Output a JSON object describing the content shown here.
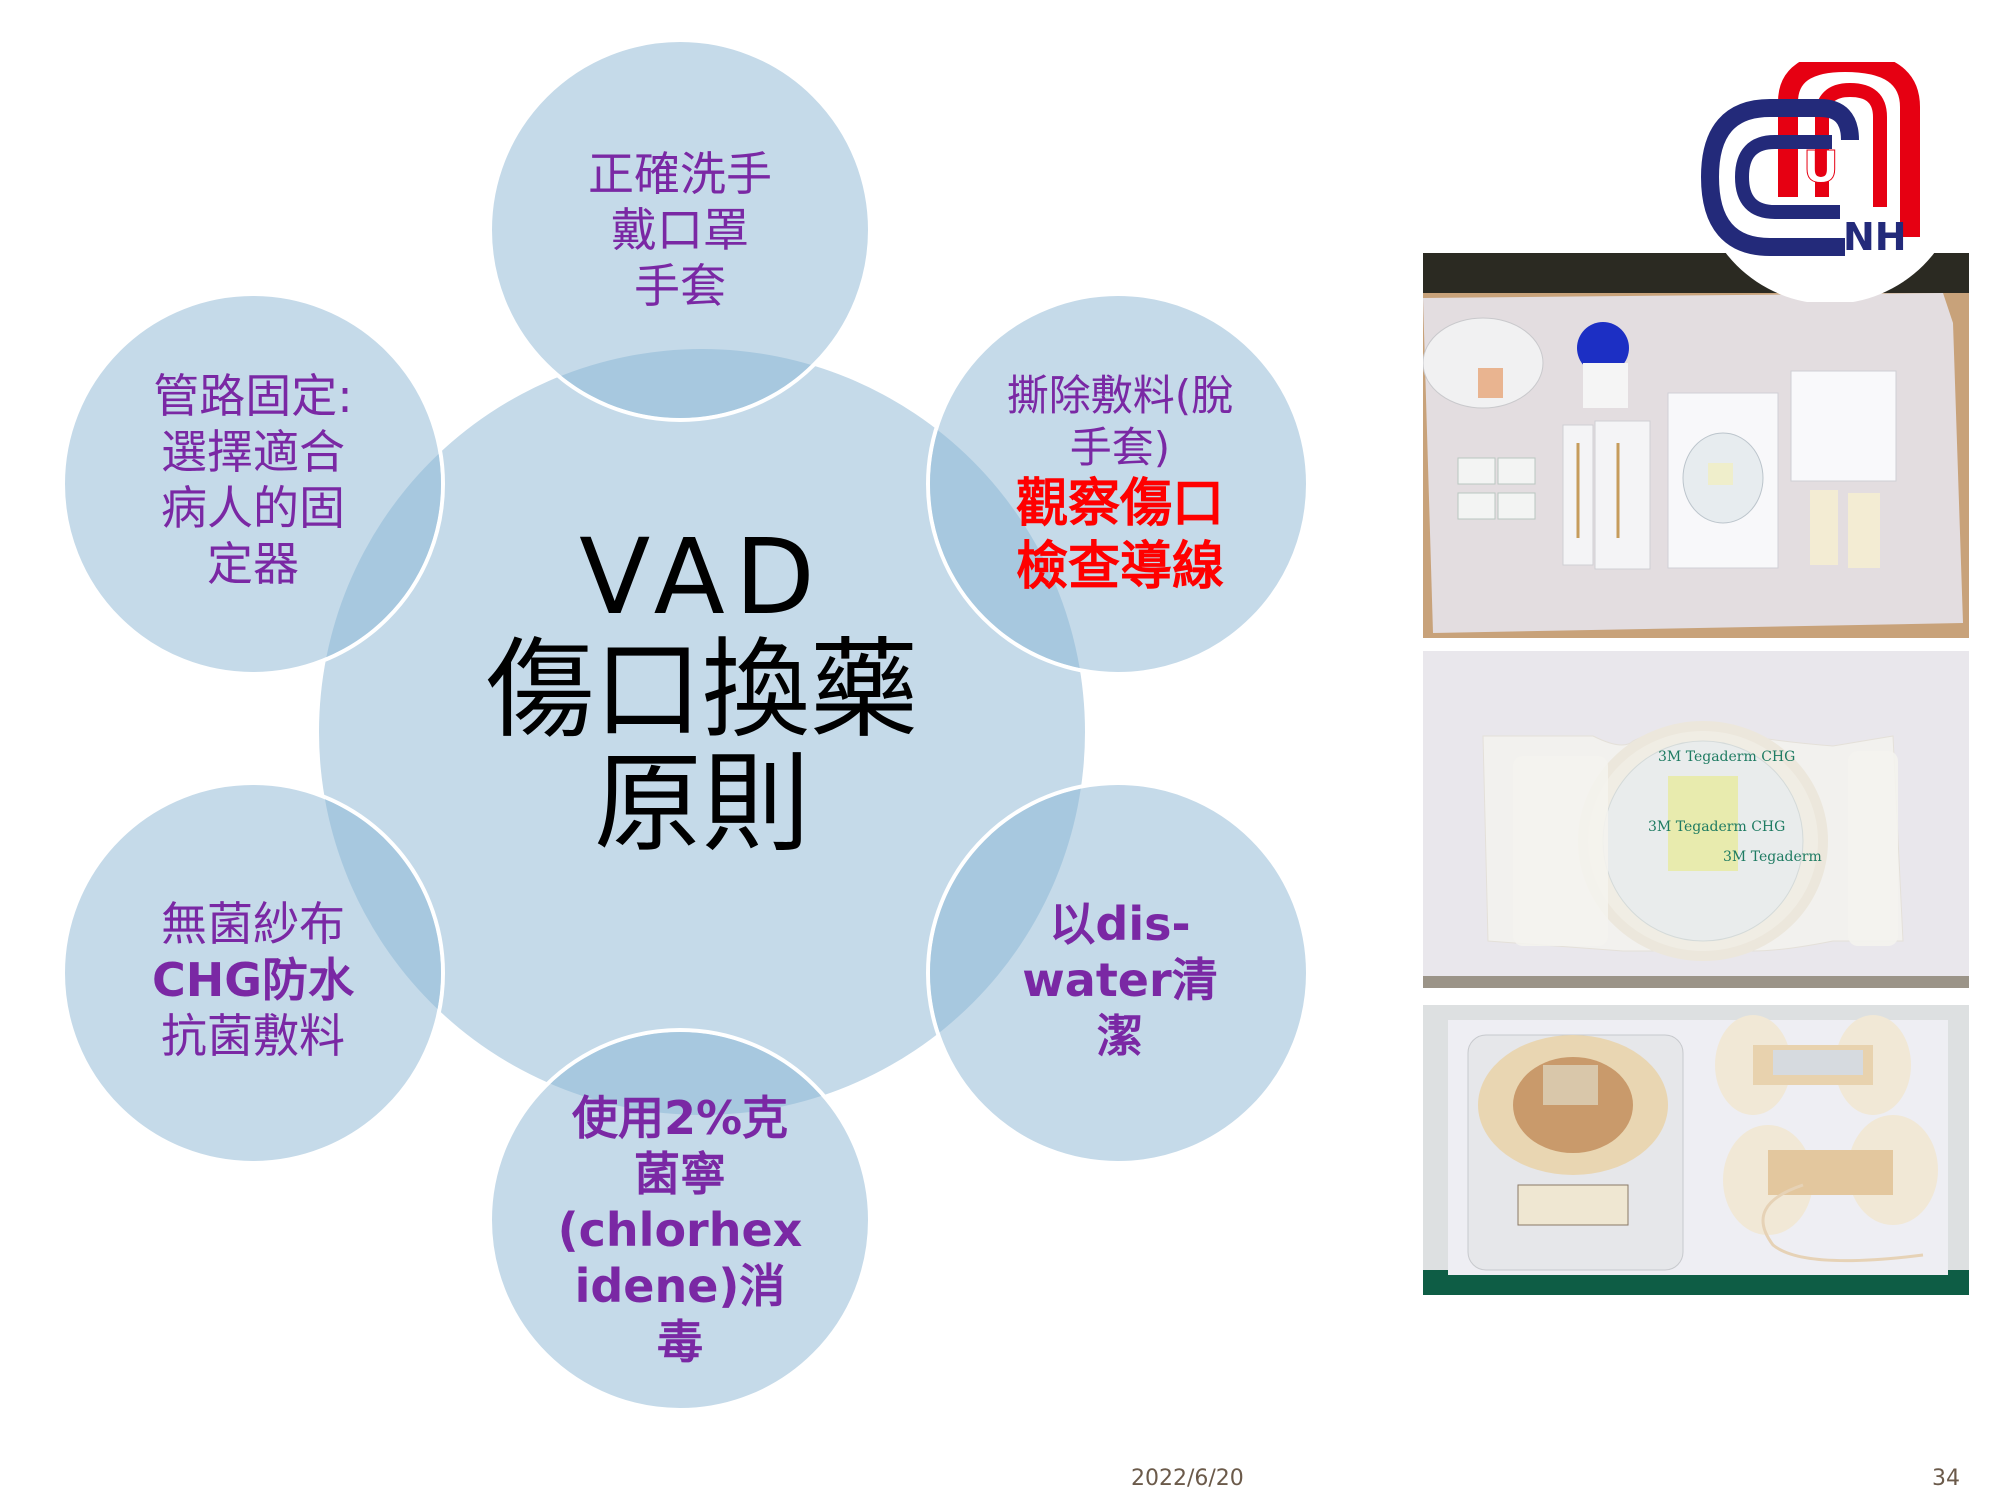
{
  "slide": {
    "page_number": "34",
    "date": "2022/6/20",
    "colors": {
      "circle_fill": "#c5dae9",
      "circle_overlap": "#a7c8df",
      "text_purple": "#7a28a4",
      "text_red": "#ff0000",
      "logo_blue": "#232a7a",
      "logo_red": "#e60012"
    }
  },
  "center": {
    "line1": "VAD",
    "line2": "傷口換藥",
    "line3": "原則"
  },
  "satellites": {
    "top": {
      "lines": [
        "正確洗手",
        "戴口罩",
        "手套"
      ]
    },
    "upper_right": {
      "lines": [
        "撕除敷料(脫",
        "手套)"
      ],
      "red_lines": [
        "觀察傷口",
        "檢查導線"
      ]
    },
    "lower_right": {
      "lines": [
        "以dis-",
        "water清",
        "潔"
      ]
    },
    "bottom": {
      "lines": [
        "使用2%克",
        "菌寧",
        "(chlorhex",
        "idene)消",
        "毒"
      ]
    },
    "lower_left": {
      "lines": [
        "無菌紗布",
        "CHG防水",
        "抗菌敷料"
      ]
    },
    "upper_left": {
      "lines": [
        "管路固定:",
        "選擇適合",
        "病人的固",
        "定器"
      ]
    }
  },
  "photos": [
    {
      "name": "dressing-supplies-photo",
      "description": "Sterile drape with saline bottle, CHG solution bottle, swab packs, alcohol pads, Tegaderm CHG dressing, gauze, tape"
    },
    {
      "name": "tegaderm-chg-dressing-photo",
      "labels": [
        "3M Tegaderm CHG"
      ]
    },
    {
      "name": "securement-device-photo",
      "description": "Packaged VAD securement kit and two butterfly-shaped anchoring devices"
    }
  ],
  "logo": {
    "letters": [
      "C",
      "U",
      "NH"
    ]
  }
}
